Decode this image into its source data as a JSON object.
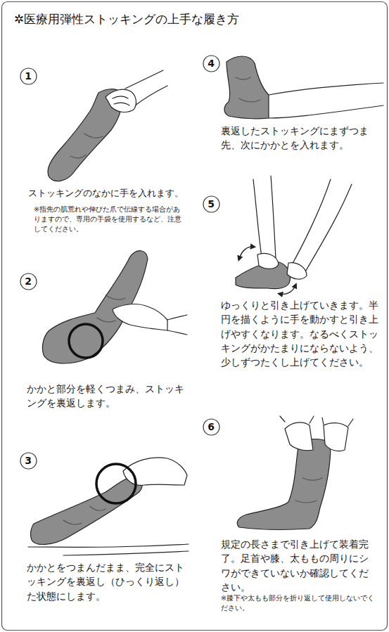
{
  "diagram": {
    "title": "✲医療用弾性ストッキングの上手な履き方",
    "nodes": [
      {
        "text": [
          "1"
        ]
      },
      {
        "text": [
          "2"
        ]
      },
      {
        "text": [
          "3"
        ]
      },
      {
        "text": [
          "4"
        ]
      },
      {
        "text": [
          "5"
        ]
      },
      {
        "text": [
          "6"
        ]
      }
    ],
    "labels": [
      "ストッキングのなかに手を入れます。",
      "※指先の肌荒れや伸びた爪で伝線する場合がありますので、専用の手袋を使用するなど、注意してください。",
      "かかと部分を軽くつまみ、ストッキングを裏返します。",
      "かかとをつまんだまま、完全にストッキングを裏返し（ひっくり返し）た状態にします。",
      "裏返したストッキングにまずつま先、次にかかとを入れます。",
      "ゆっくりと引き上げていきます。半円を描くように手を動かすと引き上げやすくなります。なるべくストッキングがかたまりにならないよう、少しずつたくし上げてください。",
      "規定の長さまで引き上げて装着完了。足首や膝、太ももの周りにシワができていないか確認してください。",
      "※膝下や太もも部分を折り返して使用しないでください。"
    ]
  }
}
